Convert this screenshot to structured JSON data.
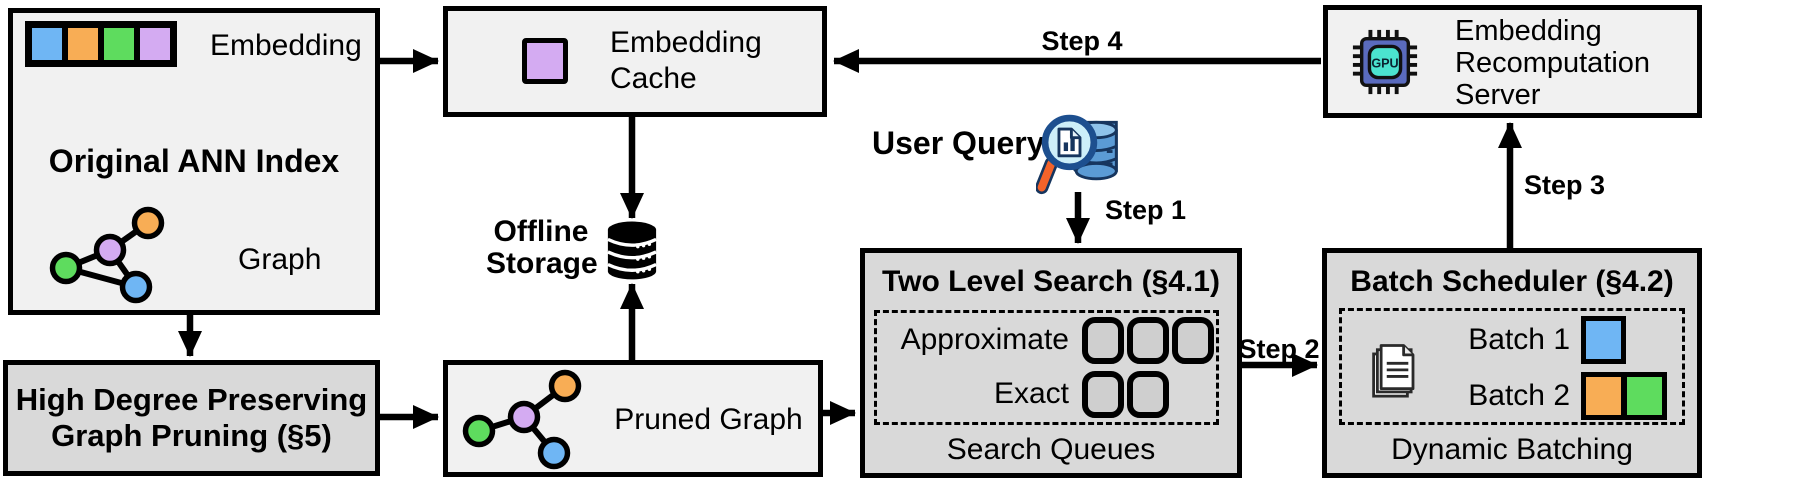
{
  "original_index": {
    "title": "Original ANN Index",
    "embedding_label": "Embedding",
    "graph_label": "Graph"
  },
  "embedding_cache": {
    "lines": [
      "Embedding",
      "Cache"
    ]
  },
  "recomputation_server": {
    "lines": [
      "Embedding",
      "Recomputation",
      "Server"
    ]
  },
  "gpu_chip": {
    "label": "GPU"
  },
  "offline_storage": {
    "lines": [
      "Offline",
      "Storage"
    ]
  },
  "user_query": {
    "label": "User Query"
  },
  "steps": {
    "s1": "Step 1",
    "s2": "Step 2",
    "s3": "Step 3",
    "s4": "Step 4"
  },
  "two_level_search": {
    "title": "Two Level Search (§4.1)",
    "rows": [
      {
        "label": "Approximate",
        "slots": 3
      },
      {
        "label": "Exact",
        "slots": 2
      }
    ],
    "caption": "Search Queues"
  },
  "batch_scheduler": {
    "title": "Batch Scheduler (§4.2)",
    "rows": [
      {
        "label": "Batch 1",
        "chip_colors": [
          "blue"
        ]
      },
      {
        "label": "Batch 2",
        "chip_colors": [
          "orange",
          "green"
        ]
      }
    ],
    "caption": "Dynamic Batching"
  },
  "high_degree_pruning": {
    "lines": [
      "High Degree Preserving",
      "Graph Pruning (§5)"
    ]
  },
  "pruned_graph": {
    "label": "Pruned Graph"
  },
  "colors": {
    "blue": "#6FB6F4",
    "orange": "#F8AD55",
    "green": "#5EDC5E",
    "purple": "#D4ABF2",
    "box_light": "#F1F1F1",
    "box_dark": "#D9D9D9",
    "slot_fill": "#CFCFCF",
    "gpu_body": "#5A6BBE",
    "gpu_inner": "#4BE3CF",
    "query_db_blue": "#5B9BD5",
    "magnifier_rim": "#1D4F8F",
    "lens": "#CDEFF9",
    "handle_orange": "#F4632A"
  }
}
